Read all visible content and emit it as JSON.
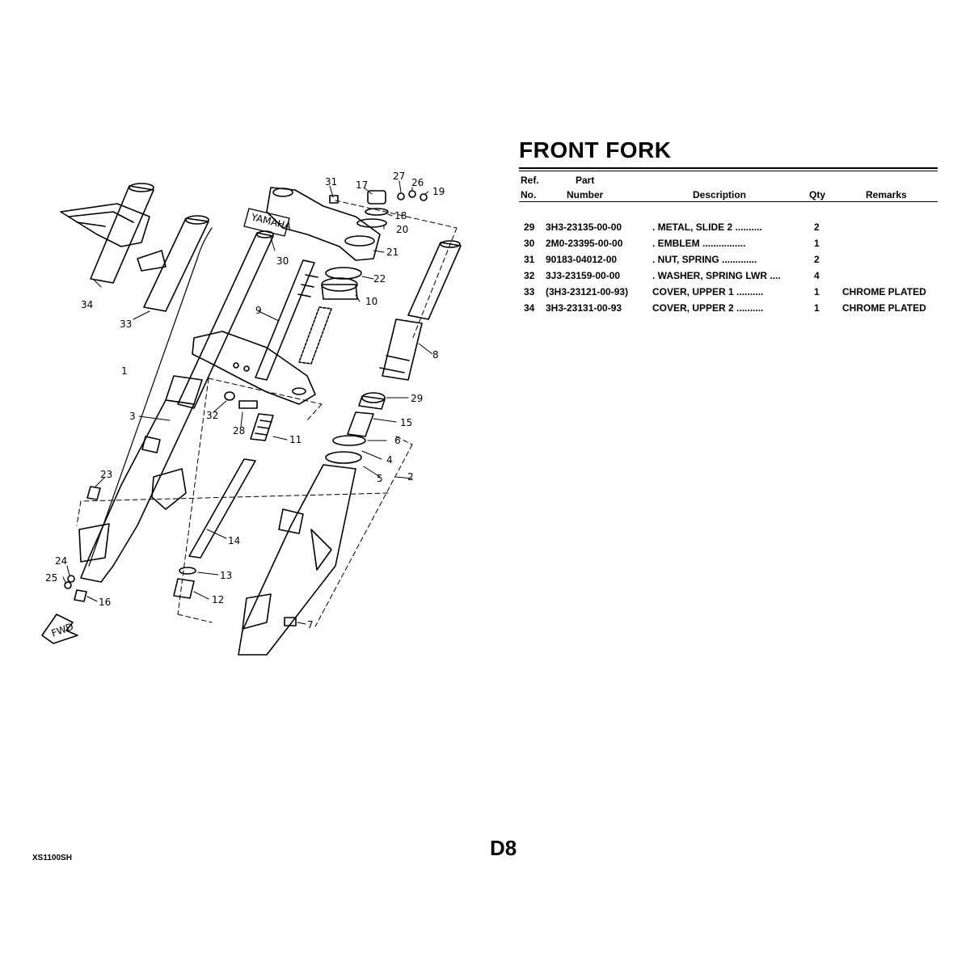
{
  "title": "FRONT FORK",
  "headers": {
    "ref_top": "Ref.",
    "ref_bottom": "No.",
    "part_top": "Part",
    "part_bottom": "Number",
    "description": "Description",
    "qty": "Qty",
    "remarks": "Remarks"
  },
  "rows": [
    {
      "ref": "29",
      "part_number": "3H3-23135-00-00",
      "description": ". METAL, SLIDE 2   ..........",
      "qty": "2",
      "remarks": ""
    },
    {
      "ref": "30",
      "part_number": "2M0-23395-00-00",
      "description": ". EMBLEM   ................",
      "qty": "1",
      "remarks": ""
    },
    {
      "ref": "31",
      "part_number": "90183-04012-00",
      "description": ". NUT, SPRING   .............",
      "qty": "2",
      "remarks": ""
    },
    {
      "ref": "32",
      "part_number": "3J3-23159-00-00",
      "description": ". WASHER, SPRING LWR   ....",
      "qty": "4",
      "remarks": ""
    },
    {
      "ref": "33",
      "part_number": "(3H3-23121-00-93)",
      "description": "COVER, UPPER 1   ..........",
      "qty": "1",
      "remarks": "CHROME PLATED"
    },
    {
      "ref": "34",
      "part_number": "3H3-23131-00-93",
      "description": "COVER, UPPER 2   ..........",
      "qty": "1",
      "remarks": "CHROME PLATED"
    }
  ],
  "page_code": "D8",
  "model_code": "XS1100SH",
  "diagram": {
    "callouts": [
      "31",
      "17",
      "27",
      "26",
      "19",
      "18",
      "20",
      "21",
      "22",
      "10",
      "30",
      "9",
      "34",
      "33",
      "1",
      "8",
      "29",
      "3",
      "32",
      "28",
      "11",
      "15",
      "6",
      "4",
      "5",
      "2",
      "23",
      "14",
      "13",
      "12",
      "24",
      "25",
      "16",
      "7"
    ],
    "fwd_label": "FWD",
    "emblem_label": "YAMAHA"
  }
}
